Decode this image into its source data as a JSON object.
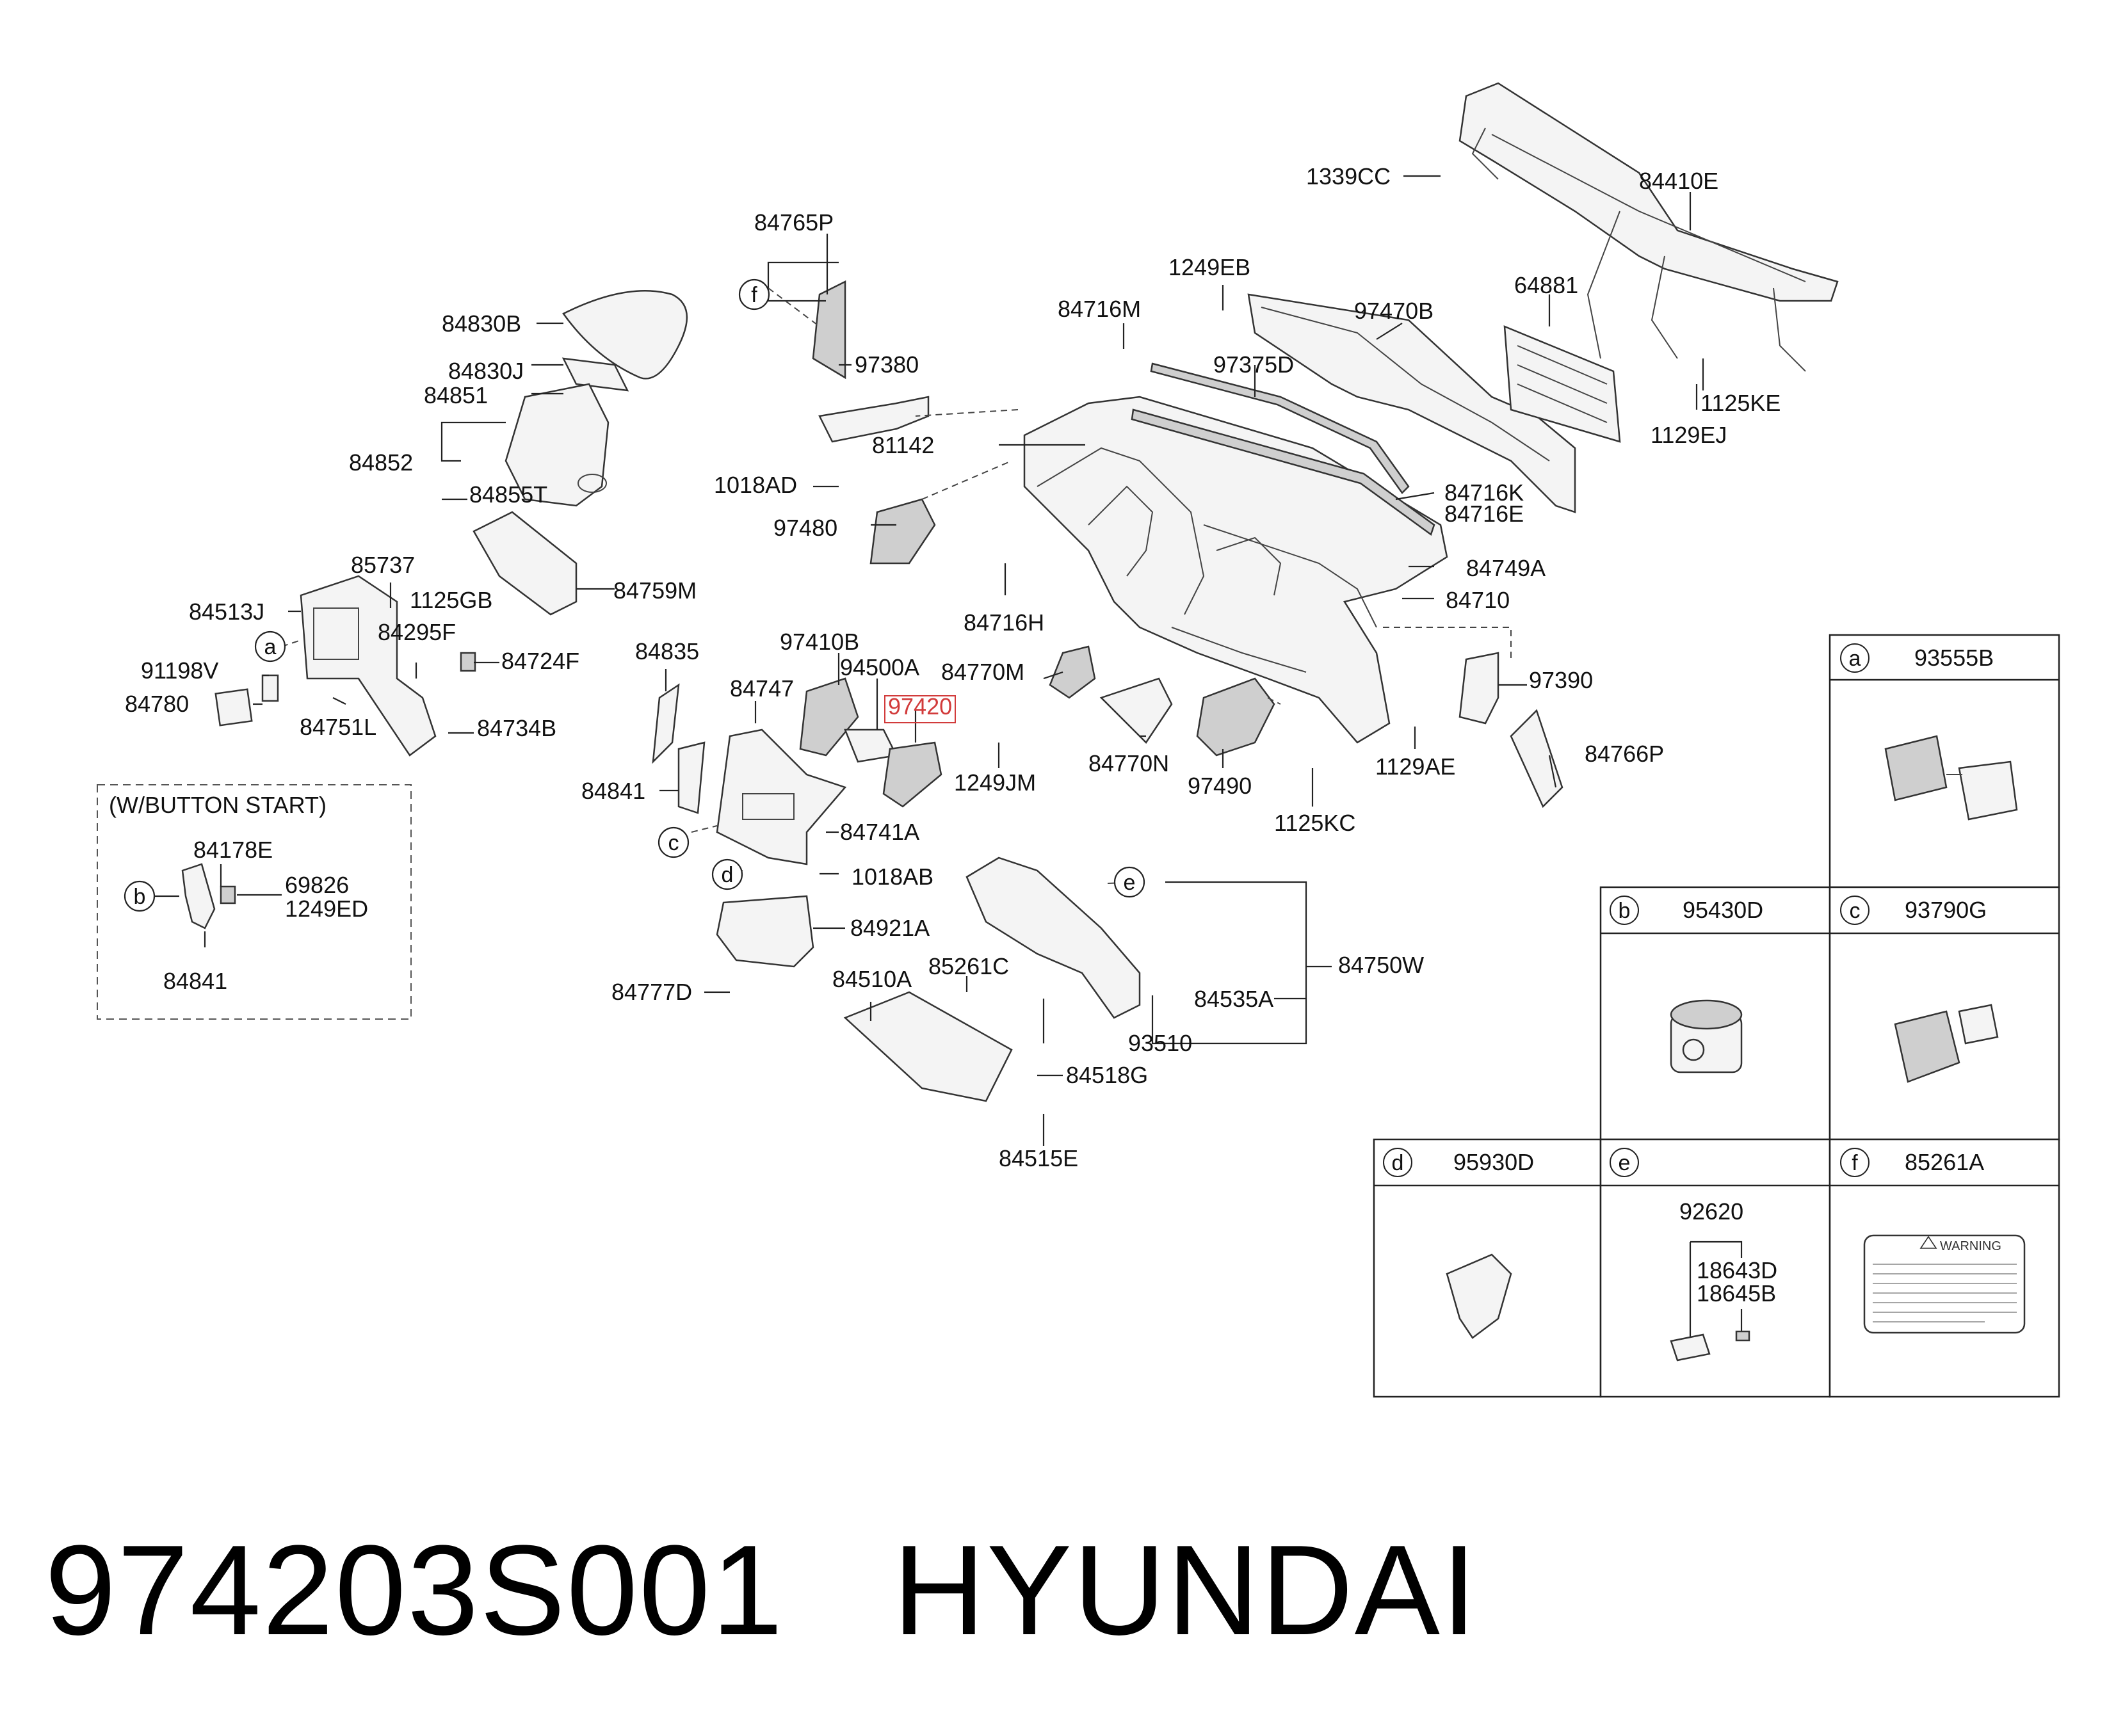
{
  "labels": {
    "p1339CC": "1339CC",
    "p84410E": "84410E",
    "p84765P": "84765P",
    "p1249EB": "1249EB",
    "p84716M": "84716M",
    "p97470B": "97470B",
    "p64881": "64881",
    "p84830B": "84830B",
    "p97375D": "97375D",
    "p84830J": "84830J",
    "p84851": "84851",
    "p97380": "97380",
    "p1125KE": "1125KE",
    "p81142": "81142",
    "p1129EJ": "1129EJ",
    "p84852": "84852",
    "p1018AD": "1018AD",
    "p84855T": "84855T",
    "p84716K": "84716K",
    "p84716E": "84716E",
    "p97480": "97480",
    "p85737": "85737",
    "p84749A": "84749A",
    "p84759M": "84759M",
    "p1125GB": "1125GB",
    "p84710": "84710",
    "p84513J": "84513J",
    "p84716H": "84716H",
    "p84295F": "84295F",
    "p97410B": "97410B",
    "p84835": "84835",
    "p84724F": "84724F",
    "p94500A": "94500A",
    "p91198V": "91198V",
    "p84770M": "84770M",
    "p97390": "97390",
    "p84747": "84747",
    "p84780": "84780",
    "p97420": "97420",
    "p84751L": "84751L",
    "p84734B": "84734B",
    "p1129AE": "1129AE",
    "p84766P": "84766P",
    "p84770N": "84770N",
    "p1249JM": "1249JM",
    "p97490": "97490",
    "p84841a": "84841",
    "p84741A": "84741A",
    "p1125KC": "1125KC",
    "p84178E": "84178E",
    "p1018AB": "1018AB",
    "p69826": "69826",
    "p1249ED": "1249ED",
    "p84921A": "84921A",
    "p84750W": "84750W",
    "p84841b": "84841",
    "p84510A": "84510A",
    "p85261C": "85261C",
    "p84535A": "84535A",
    "p84777D": "84777D",
    "p93510": "93510",
    "p84518G": "84518G",
    "p84515E": "84515E"
  },
  "button_start_box": {
    "title": "(W/BUTTON START)"
  },
  "callout_letters": {
    "a": "a",
    "b": "b",
    "c": "c",
    "d": "d",
    "e": "e",
    "f": "f"
  },
  "detail_table": {
    "a": {
      "letter": "a",
      "part": "93555B"
    },
    "b": {
      "letter": "b",
      "part": "95430D"
    },
    "c": {
      "letter": "c",
      "part": "93790G"
    },
    "d": {
      "letter": "d",
      "part": "95930D"
    },
    "e": {
      "letter": "e",
      "part": "",
      "sub1": "92620",
      "sub2": "18643D",
      "sub3": "18645B"
    },
    "f": {
      "letter": "f",
      "part": "85261A"
    }
  },
  "warning_label": {
    "heading": "WARNING"
  },
  "highlight_color": "#d23b3b",
  "footer": {
    "part_number": "974203S001",
    "brand": "HYUNDAI"
  }
}
